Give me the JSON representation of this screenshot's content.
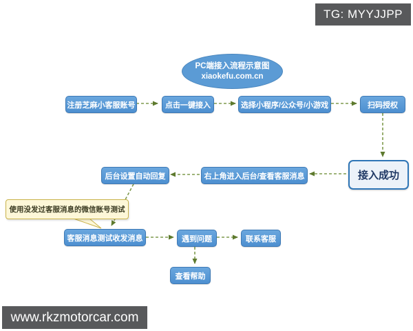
{
  "watermarks": {
    "top_right": "TG: MYYJJPP",
    "bottom_left": "www.rkzmotorcar.com"
  },
  "diagram": {
    "title_ellipse": {
      "line1": "PC端接入流程示意图",
      "line2": "xiaokefu.com.cn"
    },
    "nodes": {
      "register": "注册芝麻小客服账号",
      "one_click": "点击一键接入",
      "select_app": "选择小程序/公众号/小游戏",
      "scan_auth": "扫码授权",
      "success": "接入成功",
      "backend_view": "右上角进入后台/查看客服消息",
      "auto_reply": "后台设置自动回复",
      "test_msg": "客服消息测试收发消息",
      "problem": "遇到问题",
      "contact": "联系客服",
      "help": "查看帮助"
    },
    "note": "使用没发过客服消息的微信账号测试",
    "colors": {
      "node_fill": "#5b9bd5",
      "node_border": "#3c78b4",
      "success_fill": "#ecf2f9",
      "success_border": "#2e75b6",
      "success_text": "#1f3864",
      "note_fill": "#fdf7d8",
      "note_border": "#c9b24a",
      "arrow": "#7f9a4d",
      "arrow_head": "#5e7a2e",
      "watermark_bg": "#58595b"
    }
  }
}
